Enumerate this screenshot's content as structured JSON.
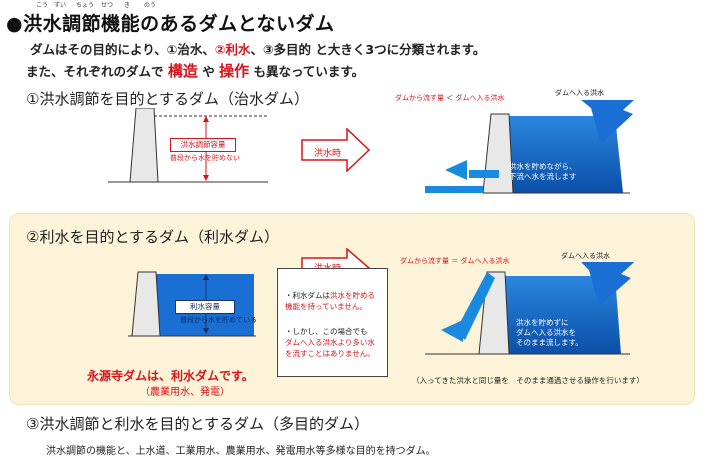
{
  "title": {
    "text": "●洪水調節機能のあるダムとないダム",
    "ruby": [
      "こう",
      "ずい",
      "ちょう",
      "せつ",
      "き",
      "のう"
    ]
  },
  "intro": {
    "line1_a": "ダムはその目的により、①治水、",
    "line1_b": "②利水",
    "line1_c": "、③多目的 と大きく3つに分類されます。",
    "line2_a": "また、それぞれのダムで",
    "line2_b": "構造",
    "line2_c": "や",
    "line2_d": "操作",
    "line2_e": "も異なっています。"
  },
  "section1": {
    "heading": "①洪水調節を目的とするダム（治水ダム）",
    "capacity_label": "洪水調節容量",
    "capacity_sub": "普段から水を貯めない",
    "arrow_label": "洪水時",
    "flow_compare_a": "ダムから流す量",
    "flow_compare_op": "＜",
    "flow_compare_b": "ダムへ入る洪水",
    "inflow_label": "ダムへ入る洪水",
    "water_text": "洪水を貯めながら、\n下流へ水を流します"
  },
  "section2": {
    "heading": "②利水を目的とするダム（利水ダム）",
    "capacity_label": "利水容量",
    "capacity_sub": "普段から水を貯めている",
    "caption_main": "永源寺ダムは、利水ダムです。",
    "caption_sub": "（農業用水、発電）",
    "arrow_label": "洪水時",
    "note1_a": "・利水ダムは",
    "note1_b": "洪水を貯める",
    "note1_c": "機能を持っていません。",
    "note2_a": "・しかし、この場合でも",
    "note2_b": "ダムへ入る洪水より多い水",
    "note2_c": "を流すことはありません。",
    "flow_compare": "ダムから流す量 ＝ ダムへ入る洪水",
    "inflow_label": "ダムへ入る洪水",
    "water_text": "洪水を貯めずに\nダムへ入る洪水を\nそのまま流します。",
    "footnote": "（入ってきた洪水と同じ量を　そのまま通過させる操作を行います）"
  },
  "section3": {
    "heading": "③洪水調節と利水を目的とするダム（多目的ダム）",
    "text": "洪水調節の機能と、上水道、工業用水、農業用水、発電用水等多様な目的を持つダム。"
  },
  "colors": {
    "accent_red": "#d7141a",
    "water_blue": "#1a6fd4",
    "panel_bg": "#fdf3d9"
  }
}
